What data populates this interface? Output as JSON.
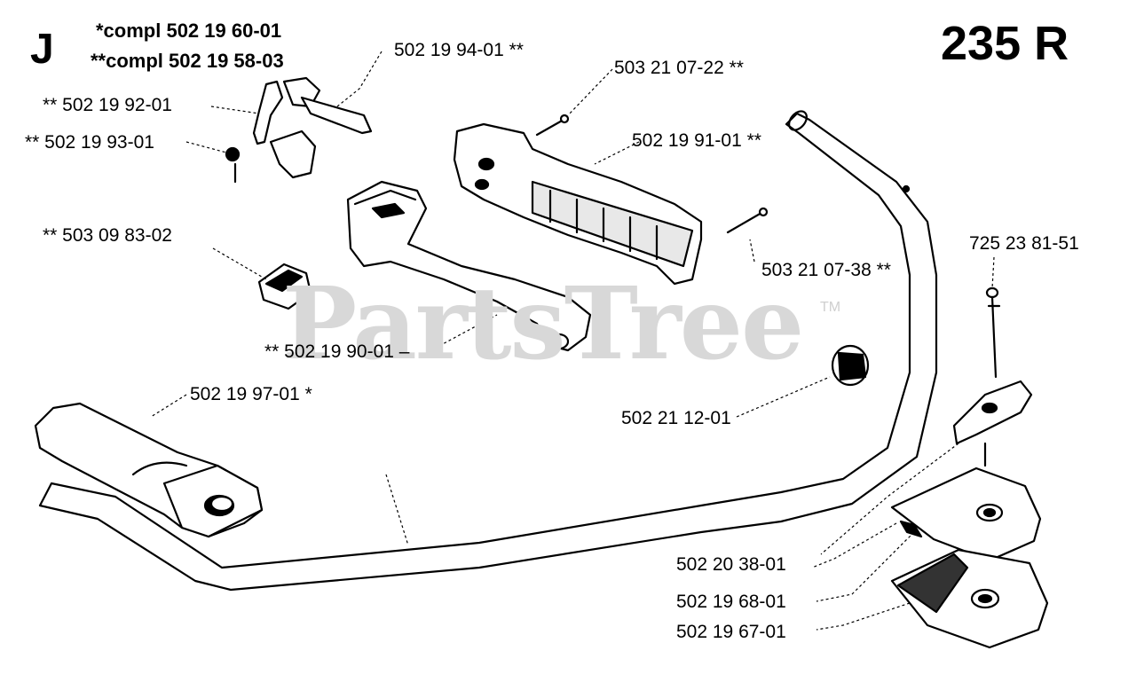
{
  "header": {
    "section_letter": "J",
    "model": "235 R",
    "compl_single": "*compl 502 19 60-01",
    "compl_double": "**compl 502 19 58-03"
  },
  "watermark": {
    "text": "PartsTree",
    "trademark": "TM"
  },
  "parts": [
    {
      "id": "handle-bracket",
      "label": "502 19 94-01 **"
    },
    {
      "id": "lever",
      "label": "** 502 19 92-01"
    },
    {
      "id": "nut",
      "label": "** 502 19 93-01"
    },
    {
      "id": "screw-top",
      "label": "503 21 07-22 **"
    },
    {
      "id": "handle-half-right",
      "label": "502 19 91-01 **"
    },
    {
      "id": "screw-side",
      "label": "503 21 07-38 **"
    },
    {
      "id": "switch",
      "label": "** 503 09 83-02"
    },
    {
      "id": "handle-half-left",
      "label": "** 502 19 90-01 –"
    },
    {
      "id": "bolt",
      "label": "725 23 81-51"
    },
    {
      "id": "clamp",
      "label": "502 21 12-01"
    },
    {
      "id": "grip",
      "label": "502 19 97-01 *"
    },
    {
      "id": "clamp-upper",
      "label": "502 20 38-01"
    },
    {
      "id": "spacer",
      "label": "502 19 68-01"
    },
    {
      "id": "clamp-lower",
      "label": "502 19 67-01"
    }
  ]
}
